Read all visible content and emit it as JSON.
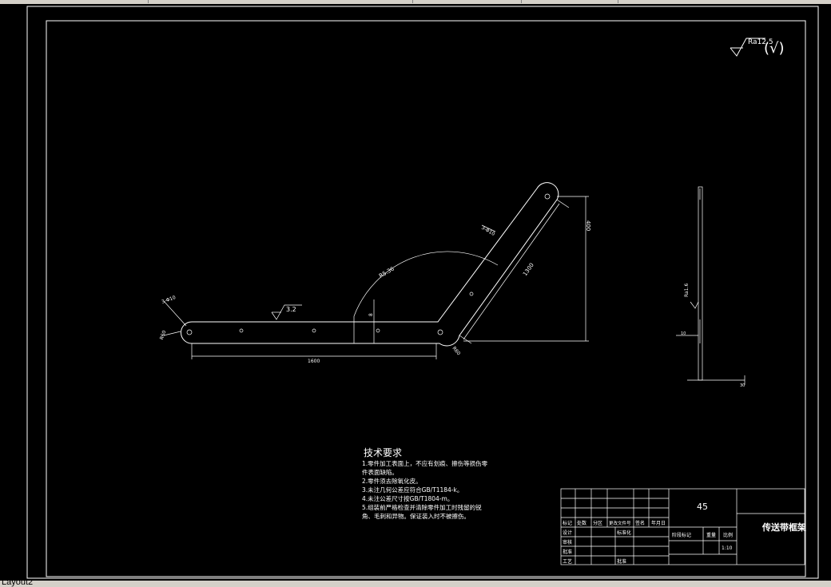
{
  "window": {
    "layout_tab": "Layout2"
  },
  "drawing": {
    "roughness_symbol": "Ra12.5",
    "roughness_suffix": "(√)",
    "surface_finish": "3.2",
    "dims": {
      "length_main": "1600",
      "length_inclined": "1300",
      "height": "400",
      "radius_arc": "R5.36",
      "hole_callout_left": "3-Φ10",
      "hole_callout_right": "3-Φ10",
      "radius_end": "R60",
      "dim_bottom_right": "R60",
      "dim_small": "8",
      "side_thickness": "10",
      "side_width": "30",
      "side_roughness": "Ra1.6"
    }
  },
  "tech_requirements": {
    "title": "技术要求",
    "lines": [
      "1.零件加工表面上，不应有划痕、擦伤等损伤零",
      "件表面缺陷。",
      "2.零件须去除氧化皮。",
      "3.未注几何公差应符合GB/T1184-k。",
      "4.未注公差尺寸按GB/T1804-m。",
      "5.组装前严格检查并清除零件加工时残留的锐",
      "角、毛刺和异物。保证装入时不被擦伤。"
    ]
  },
  "title_block": {
    "material": "45",
    "part_name": "传送带框架",
    "scale_value": "1:10",
    "header_labels": [
      "标记",
      "处数",
      "分区",
      "更改文件号",
      "签名",
      "年月日"
    ],
    "role_labels": [
      "设计",
      "审核",
      "批准",
      "工艺"
    ],
    "standardization": "标准化",
    "approve": "批准",
    "stage_label": "阶段标记",
    "weight_label": "重量",
    "scale_label": "比例"
  }
}
